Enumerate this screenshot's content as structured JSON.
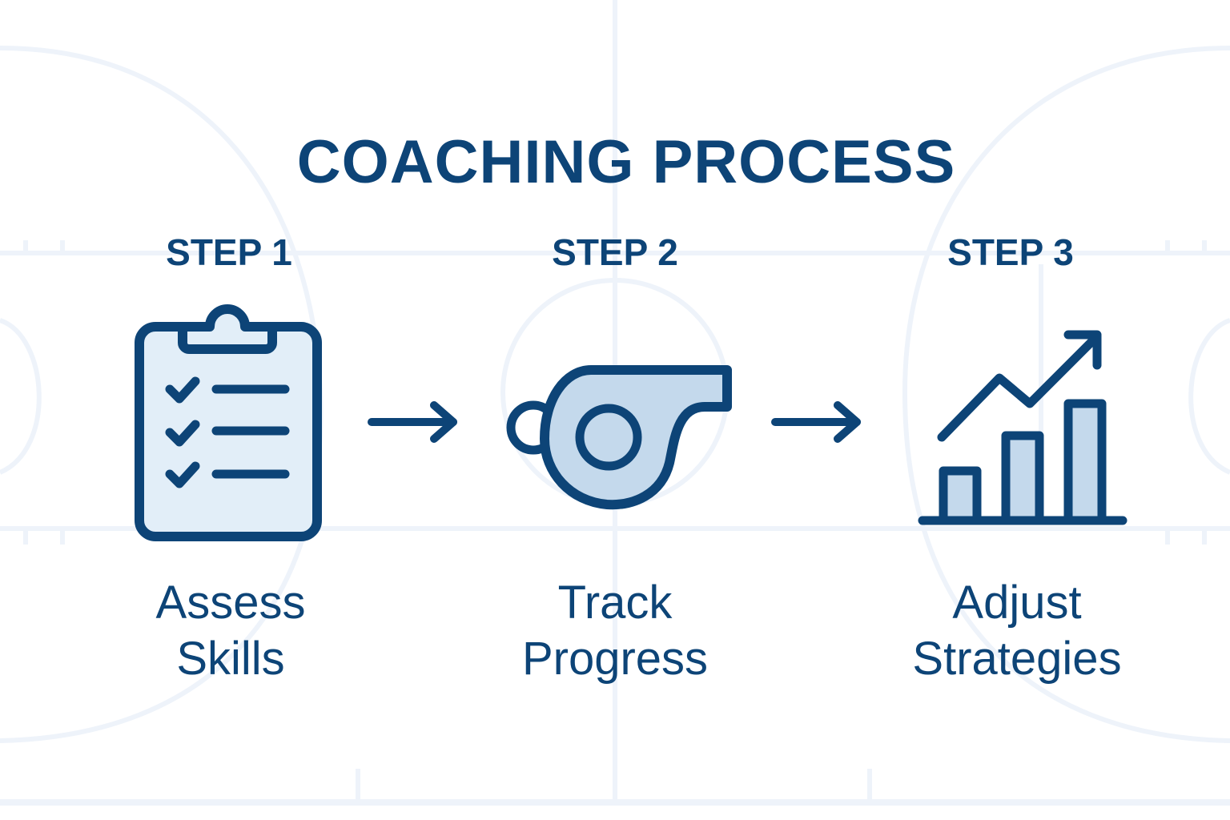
{
  "title": "COACHING PROCESS",
  "colors": {
    "primary": "#0d4477",
    "fill_light": "#e2eef8",
    "fill_mid": "#c4d9ec",
    "court_lines": "#eef3fa",
    "background": "#ffffff"
  },
  "steps": [
    {
      "label": "STEP 1",
      "icon": "clipboard-checklist-icon",
      "description_line1": "Assess",
      "description_line2": "Skills"
    },
    {
      "label": "STEP 2",
      "icon": "whistle-icon",
      "description_line1": "Track",
      "description_line2": "Progress"
    },
    {
      "label": "STEP 3",
      "icon": "growth-chart-icon",
      "description_line1": "Adjust",
      "description_line2": "Strategies"
    }
  ],
  "connectors": [
    "arrow-right-icon",
    "arrow-right-icon"
  ]
}
